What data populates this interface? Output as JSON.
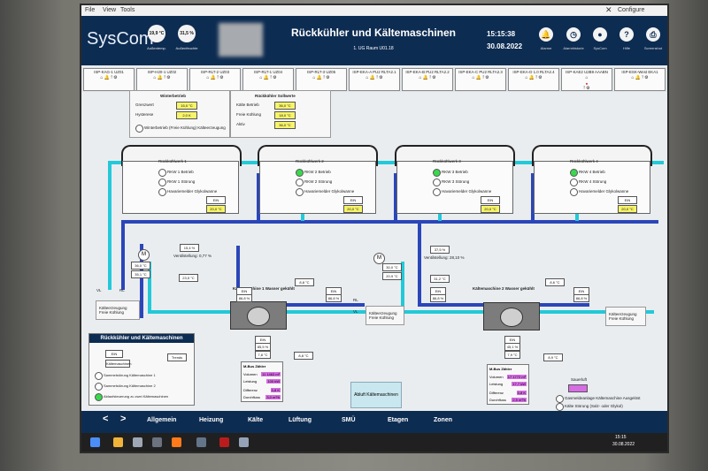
{
  "window": {
    "menu": [
      "File",
      "View",
      "Tools"
    ],
    "configure": "Configure"
  },
  "header": {
    "logo": "SysCom",
    "title": "Rückkühler und Kältemaschinen",
    "subtitle": "1. UG Raum U01.18",
    "time": "15:15:38",
    "date": "30.08.2022",
    "sensors": [
      {
        "value": "19,9 °C",
        "label": "Außentemp."
      },
      {
        "value": "31,5 %",
        "label": "Außenfeuchte"
      }
    ],
    "icons": [
      {
        "label": "Alarme",
        "glyph": "bell-icon"
      },
      {
        "label": "Alarmhistorie",
        "glyph": "clock-icon"
      },
      {
        "label": "SysCom",
        "glyph": "user-icon"
      },
      {
        "label": "Hilfe",
        "glyph": "help-icon"
      },
      {
        "label": "Screenshot",
        "glyph": "printer-icon"
      }
    ]
  },
  "tabs": [
    "ISP-KAG-1 UZ01",
    "ISP-H20-1 UZ02",
    "ISP-RLT-2 UZ03",
    "ISP-RLT-1 UZ04",
    "ISP-RLT-3 UZ05",
    "ISP-EKA-A PU2 RLTA2.1",
    "ISP-EKA-B PU2 RLTA2.2",
    "ISP-EKA-C PU2 RLTA2.3",
    "ISP-EKA-D 1.0 RLTA2.4",
    "ISP-KAE2 U2B9 AAABN",
    "ISP-ESK-West EKA1"
  ],
  "winterbetrieb": {
    "title": "Winterbetrieb",
    "rows": [
      {
        "label": "Grenzwert",
        "value": "15,0 °C"
      },
      {
        "label": "Hysterese",
        "value": "2,0 K"
      }
    ],
    "footer": "Winterbetrieb (Freie Kühlung) Kälteerzeugung"
  },
  "rueckkuehler_sollwerte": {
    "title": "Rückkühler Sollwerte",
    "rows": [
      {
        "label": "Kälte Betrieb",
        "value": "36,0 °C"
      },
      {
        "label": "Freie Kühlung",
        "value": "18,0 °C"
      },
      {
        "label": "Aktiv",
        "value": "36,0 °C"
      }
    ]
  },
  "towers": [
    {
      "title": "Rückkühlwerk 1",
      "rows": [
        "RKW 1 Betrieb",
        "RKW 1 Störung",
        "Havariemelder Glykolwanne"
      ],
      "status": [
        false,
        false,
        false
      ],
      "ein": "EIN",
      "value": "20,0 °C"
    },
    {
      "title": "Rückkühlwerk 2",
      "rows": [
        "RKW 2 Betrieb",
        "RKW 2 Störung",
        "Havariemelder Glykolwanne"
      ],
      "status": [
        true,
        false,
        false
      ],
      "ein": "EIN",
      "value": "20,0 °C"
    },
    {
      "title": "Rückkühlwerk 3",
      "rows": [
        "RKW 3 Betrieb",
        "RKW 3 Störung",
        "Havariemelder Glykolwanne"
      ],
      "status": [
        true,
        false,
        false
      ],
      "ein": "EIN",
      "value": "20,0 °C"
    },
    {
      "title": "Rückkühlwerk 4",
      "rows": [
        "RKW 4 Betrieb",
        "RKW 4 Störung",
        "Havariemelder Glykolwanne"
      ],
      "status": [
        true,
        false,
        false
      ],
      "ein": "EIN",
      "value": "20,0 °C"
    }
  ],
  "valve_left": {
    "percent": "15,4 %",
    "label": "Ventilstellung: 0,77 %",
    "temp_a": "36,0 °C",
    "temp_b": "35,1 °C"
  },
  "valve_right": {
    "percent": "37,5 %",
    "label": "Ventilstellung: 28,10 %",
    "temp_a": "30,0 °C",
    "temp_b": "20,9 °C"
  },
  "chiller1": {
    "title": "Kältemaschine 1 Wasser gekühlt",
    "left_temp": "23,5 °C",
    "mid_temp": "8,8 °C",
    "ein_a": "EIN",
    "pct_a": "86,8 %",
    "ein_b": "EIN",
    "pct_b": "86,8 %",
    "ein_c": "EIN",
    "pct_c": "85,5 %",
    "bottom": "7,8 °C",
    "right_temp": "8,8 °C"
  },
  "chiller2": {
    "title": "Kältemaschine 2 Wasser gekühlt",
    "left_temp": "31,2 °C",
    "mid_temp": "8,6 °C",
    "ein_a": "EIN",
    "pct_a": "86,8 %",
    "ein_b": "EIN",
    "pct_b": "86,8 %",
    "ein_c": "EIN",
    "pct_c": "45,1 %",
    "bottom": "7,9 °C",
    "right_temp": "8,9 °C"
  },
  "side_labels": {
    "kälteerz_left": "Kälteerzeugung Freie Kühlung",
    "kälteerz_mid": "Kälteerzeugung Freie Kühlung",
    "kälteerz_right": "Kälteerzeugung Freie Kühlung",
    "vl_labels": [
      "VL",
      "RL",
      "VL",
      "RL"
    ]
  },
  "panel": {
    "title": "Rückkühler und Kältemaschinen",
    "ein": "EIN",
    "trends": "Trends",
    "kaltemaschinen": "Kältemaschinen",
    "items": [
      "Sammelstörung Kältemaschine 1",
      "Sammelstörung Kältemaschine 2",
      "Ablaufsteuerung zu zwei Kältemaschinen"
    ]
  },
  "mbus_left": {
    "title": "M-Bus Zähler",
    "rows": [
      {
        "label": "Volumen",
        "value": "11 1463 m³"
      },
      {
        "label": "Leistung",
        "value": "100 kW"
      },
      {
        "label": "Differenz",
        "value": "0,8 K"
      },
      {
        "label": "Durchfluss",
        "value": "3,0 m³/h"
      }
    ]
  },
  "mbus_right": {
    "title": "M-Bus Zähler",
    "rows": [
      {
        "label": "Volumen",
        "value": "17 1772 m³"
      },
      {
        "label": "Leistung",
        "value": "17,7 kW"
      },
      {
        "label": "Differenz",
        "value": "0,8 K"
      },
      {
        "label": "Durchfluss",
        "value": "2,5 m³/h"
      }
    ]
  },
  "abluft": "Abluft Kältemaschinen",
  "status_right": {
    "label": "Sauerluft",
    "value": "",
    "items": [
      "Gasmeldeanlage Kältemaschine Ausgelöst",
      "Kälte Störung (Salz- oder Glykol)"
    ]
  },
  "nav": {
    "prev": "<",
    "next": ">",
    "items": [
      "Allgemein",
      "Heizung",
      "Kälte",
      "Lüftung",
      "SMÜ",
      "Etagen",
      "Zonen"
    ]
  },
  "taskbar": {
    "time": "15:15",
    "date": "30.08.2022"
  }
}
